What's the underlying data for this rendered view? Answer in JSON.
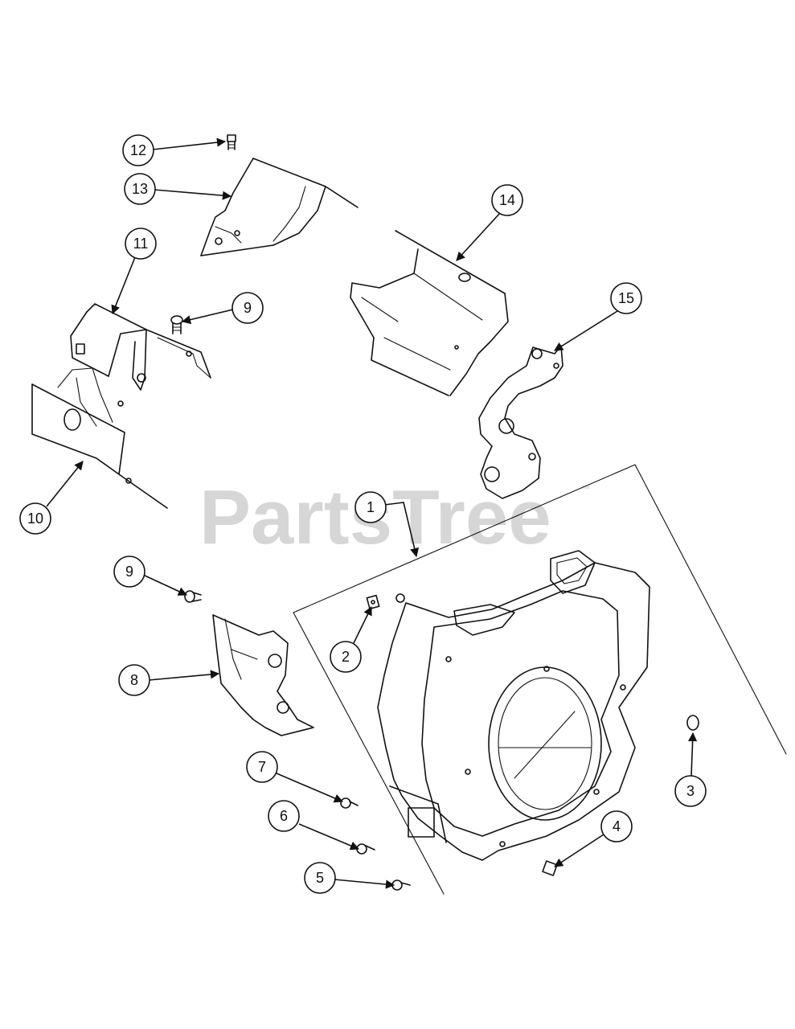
{
  "watermark": {
    "text": "PartsTree",
    "trademark": "™",
    "color": "#cfcfcf"
  },
  "callouts": [
    {
      "id": "c12",
      "label": "12",
      "part": "screw-12"
    },
    {
      "id": "c13",
      "label": "13",
      "part": "shroud-13"
    },
    {
      "id": "c14",
      "label": "14",
      "part": "shroud-14"
    },
    {
      "id": "c11",
      "label": "11",
      "part": "shroud-11"
    },
    {
      "id": "c9a",
      "label": "9",
      "part": "screw-9-upper"
    },
    {
      "id": "c15",
      "label": "15",
      "part": "bracket-15"
    },
    {
      "id": "c10",
      "label": "10",
      "part": "shroud-10"
    },
    {
      "id": "c1",
      "label": "1",
      "part": "blower-housing-1"
    },
    {
      "id": "c9b",
      "label": "9",
      "part": "screw-9-lower"
    },
    {
      "id": "c2",
      "label": "2",
      "part": "nut-2"
    },
    {
      "id": "c8",
      "label": "8",
      "part": "bracket-8"
    },
    {
      "id": "c3",
      "label": "3",
      "part": "plug-3"
    },
    {
      "id": "c7",
      "label": "7",
      "part": "screw-7"
    },
    {
      "id": "c4",
      "label": "4",
      "part": "nut-4"
    },
    {
      "id": "c6",
      "label": "6",
      "part": "screw-6"
    },
    {
      "id": "c5",
      "label": "5",
      "part": "screw-5"
    }
  ]
}
